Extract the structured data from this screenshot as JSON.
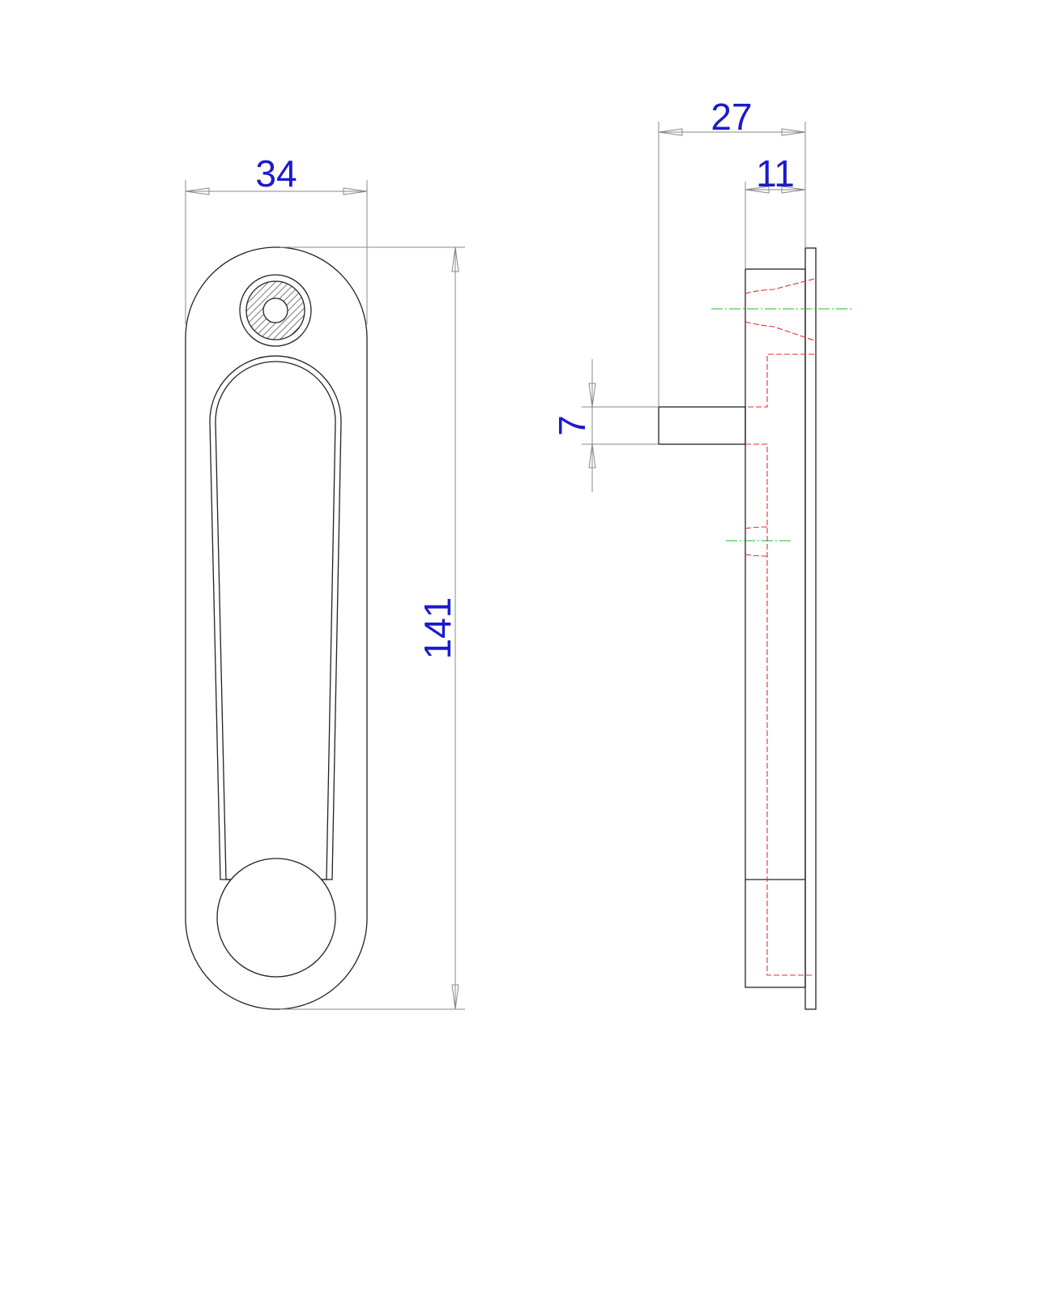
{
  "colors": {
    "dimension_text": "#1a1acc",
    "outline": "#222222",
    "dimension_line": "#8a8a8a",
    "hidden_line": "#e0322e",
    "center_line": "#22bb22"
  },
  "dimensions": {
    "width": "34",
    "height": "141",
    "depth_total": "27",
    "depth_plate": "11",
    "spindle": "7"
  }
}
